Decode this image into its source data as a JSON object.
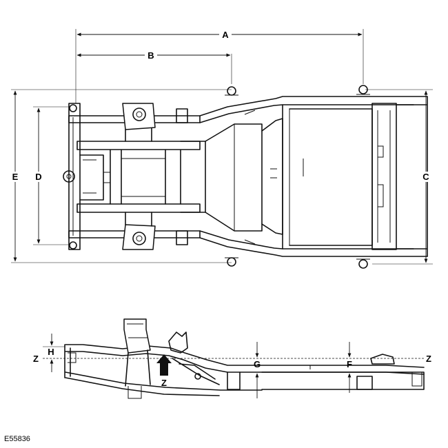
{
  "figure_id": "E55836",
  "plan_view": {
    "dimensions": [
      "A",
      "B",
      "C",
      "D",
      "E"
    ]
  },
  "side_view": {
    "dimensions": [
      "H",
      "G",
      "F"
    ],
    "datum_label": "Z",
    "arrow_label": "Z"
  }
}
